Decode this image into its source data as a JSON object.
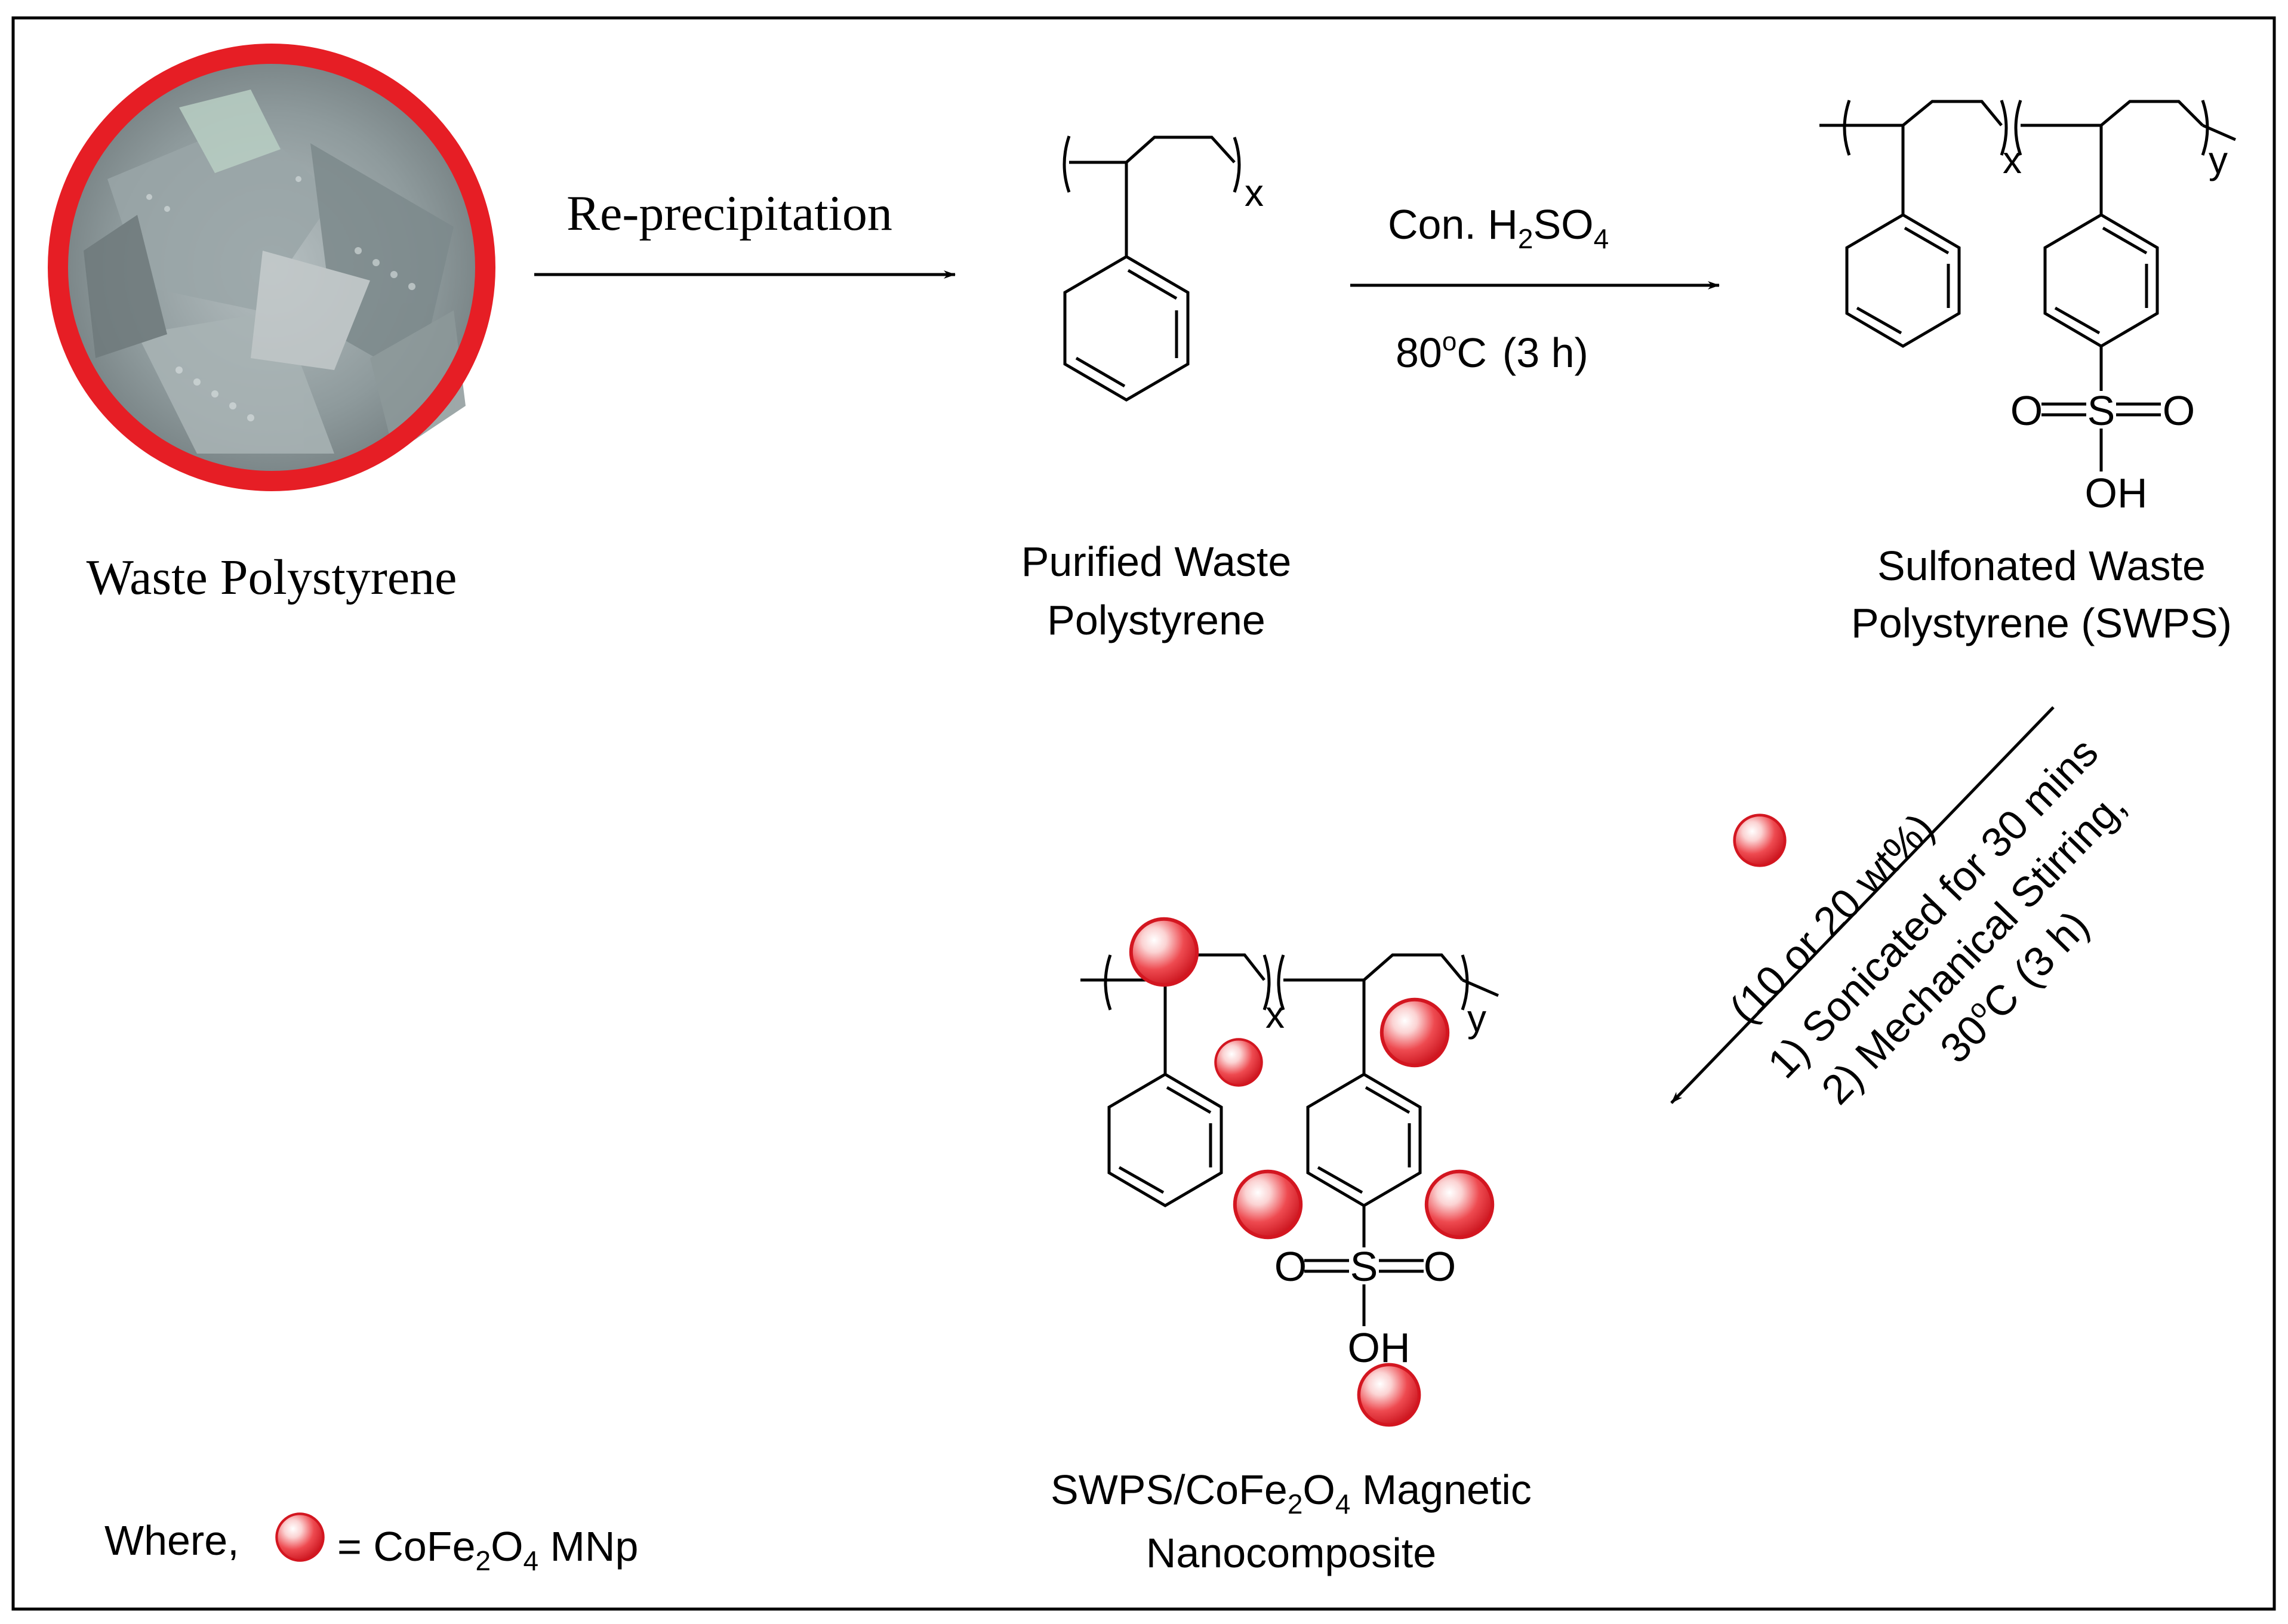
{
  "labels": {
    "waste_ps": "Waste Polystyrene",
    "reprecipitation": "Re-precipitation",
    "purified_line1": "Purified Waste",
    "purified_line2": "Polystyrene",
    "sulfonated_line1": "Sulfonated Waste",
    "sulfonated_line2": "Polystyrene (SWPS)",
    "composite_line1_a": "SWPS/CoFe",
    "composite_line1_sub1": "2",
    "composite_line1_b": "O",
    "composite_line1_sub2": "4",
    "composite_line1_c": " Magnetic",
    "composite_line2": "Nanocomposite",
    "legend_where": "Where,",
    "legend_eq": "= CoFe",
    "legend_sub1": "2",
    "legend_o": "O",
    "legend_sub2": "4",
    "legend_tail": " MNp"
  },
  "conditions": {
    "acid_pre": "Con. H",
    "acid_sub1": "2",
    "acid_mid": "SO",
    "acid_sub2": "4",
    "temp_1": "80",
    "temp_sup": "o",
    "temp_unit": "C",
    "time_1": "(3 h)",
    "loading": "(10 or 20 wt%)",
    "step1": "1) Sonicated for 30 mins",
    "step2": "2) Mechanical Stirring,",
    "step3_val": "30",
    "step3_sup": "o",
    "step3_unit": "C",
    "step3_time": "(3 h)"
  },
  "chem": {
    "x": "x",
    "y": "y",
    "o_left": "O",
    "s": "S",
    "o_right": "O",
    "oh": "OH"
  },
  "colors": {
    "nanoparticle": "#e8202a",
    "nanoparticle_highlight": "#ffffff",
    "photo_ring": "#e61e25",
    "line": "#000000"
  }
}
